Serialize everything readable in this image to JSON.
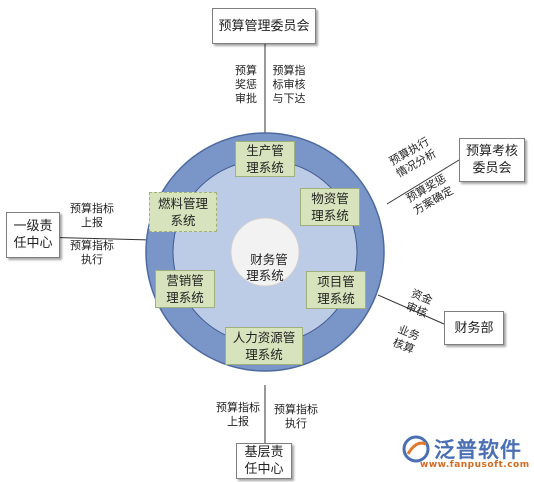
{
  "nodes": {
    "top": "预算管理委员会",
    "left": "一级责\n任中心",
    "bottom": "基层责\n任中心",
    "right_top": "预算考核\n委员会",
    "right_bottom": "财务部"
  },
  "center": "财务管\n理系统",
  "systems": {
    "production": "生产管\n理系统",
    "materials": "物资管\n理系统",
    "projects": "项目管\n理系统",
    "hr": "人力资源管\n理系统",
    "marketing": "营销管\n理系统",
    "fuel": "燃料管理\n系统"
  },
  "edge_labels": {
    "top_left": "预算\n奖惩\n审批",
    "top_right": "预算指\n标审核\n与下达",
    "left_top": "预算指标\n上报",
    "left_bottom": "预算指标\n执行",
    "bottom_left": "预算指标\n上报",
    "bottom_right": "预算指标\n执行",
    "rt_upper": "预算执行\n情况分析",
    "rt_lower": "预算奖惩\n方案确定",
    "rb_upper": "资金\n审核",
    "rb_lower": "业务\n核算"
  },
  "logo": {
    "name": "泛普软件",
    "url": "www.fanpusoft.com"
  },
  "colors": {
    "outer_ring": "#7a96c8",
    "inner_circle": "#bccbe6",
    "core_circle": "#f2f2f2",
    "system_box": "#d6e3bc"
  }
}
